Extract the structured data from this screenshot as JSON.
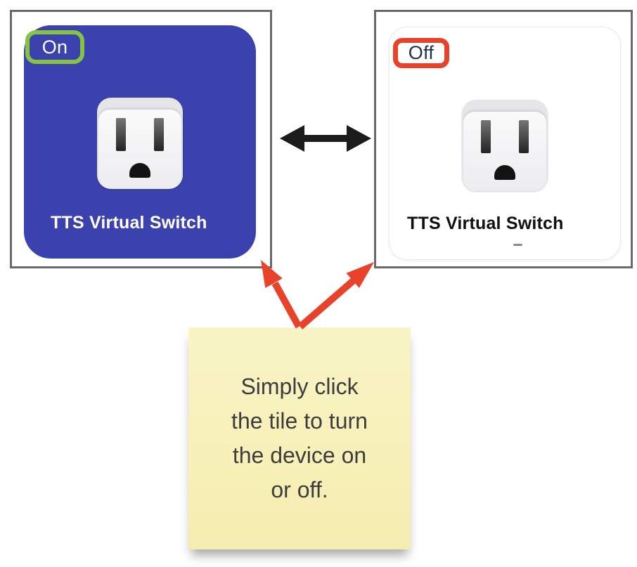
{
  "colors": {
    "tile-blue": "#3b42ae",
    "badge-green": "#85c340",
    "badge-red": "#e8432a",
    "callout-red": "#e8432a",
    "arrow-black": "#1b1b1b",
    "note-yellow": "#f7f0b8",
    "frame-gray": "#6a6a6a"
  },
  "on_tile": {
    "state": "On",
    "name": "TTS Virtual Switch"
  },
  "off_tile": {
    "state": "Off",
    "name": "TTS Virtual Switch"
  },
  "note": {
    "lines": [
      "Simply click",
      "the tile to turn",
      "the device on",
      "or off."
    ]
  }
}
